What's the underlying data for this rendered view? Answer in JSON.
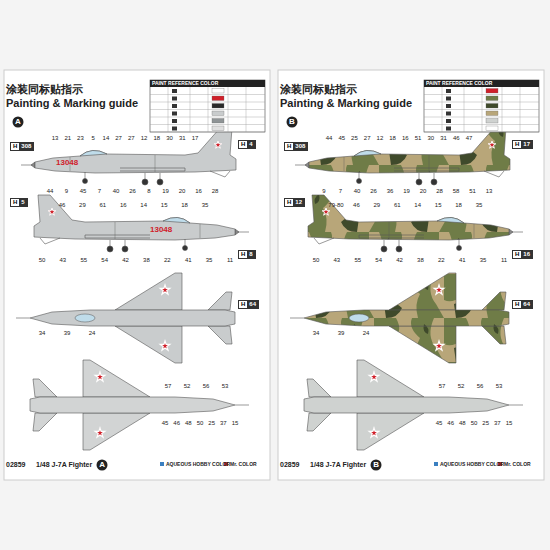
{
  "diagram": {
    "nodes": [
      {
        "text": [
          "A"
        ]
      },
      {
        "text": [
          "H",
          "308"
        ]
      },
      {
        "text": [
          "H",
          "5"
        ]
      },
      {
        "text": [
          "H",
          "4"
        ]
      },
      {
        "text": [
          "H",
          "8"
        ]
      },
      {
        "text": [
          "H",
          "64"
        ]
      },
      {
        "text": [
          "A"
        ]
      },
      {
        "text": [
          "B"
        ]
      },
      {
        "text": [
          "H",
          "308"
        ]
      },
      {
        "text": [
          "H",
          "12"
        ]
      },
      {
        "text": [
          "H",
          "17"
        ]
      },
      {
        "text": [
          "H",
          "16"
        ]
      },
      {
        "text": [
          "H",
          "64"
        ]
      },
      {
        "text": [
          "B"
        ]
      }
    ],
    "labels": [
      "涂装同标贴指示",
      "Painting & Marking guide",
      "PAINT REFERENCE COLOR",
      "13048",
      "13048",
      "13",
      "21",
      "23",
      "5",
      "14",
      "27",
      "27",
      "12",
      "18",
      "30",
      "31",
      "17",
      "44",
      "9",
      "45",
      "7",
      "40",
      "26",
      "8",
      "19",
      "20",
      "16",
      "28",
      "46",
      "29",
      "61",
      "16",
      "14",
      "15",
      "18",
      "35",
      "50",
      "43",
      "55",
      "54",
      "42",
      "38",
      "22",
      "41",
      "35",
      "11",
      "34",
      "39",
      "24",
      "57",
      "52",
      "56",
      "53",
      "45",
      "46",
      "48",
      "50",
      "25",
      "37",
      "15",
      "02859",
      "1/48  J-7A Fighter",
      "AQUEOUS HOBBY COLOR",
      "Mr. COLOR",
      "涂装同标贴指示",
      "Painting & Marking guide",
      "PAINT REFERENCE COLOR",
      "44",
      "45",
      "25",
      "27",
      "12",
      "18",
      "16",
      "51",
      "30",
      "31",
      "46",
      "47",
      "9",
      "7",
      "40",
      "26",
      "36",
      "19",
      "20",
      "28",
      "58",
      "51",
      "13",
      "79-80",
      "46",
      "29",
      "61",
      "14",
      "15",
      "18",
      "35",
      "50",
      "43",
      "55",
      "54",
      "42",
      "38",
      "22",
      "41",
      "35",
      "11",
      "34",
      "39",
      "24",
      "57",
      "52",
      "56",
      "53",
      "45",
      "46",
      "48",
      "50",
      "25",
      "37",
      "15",
      "02859",
      "1/48  J-7A Fighter",
      "AQUEOUS HOBBY COLOR",
      "Mr. COLOR"
    ]
  }
}
